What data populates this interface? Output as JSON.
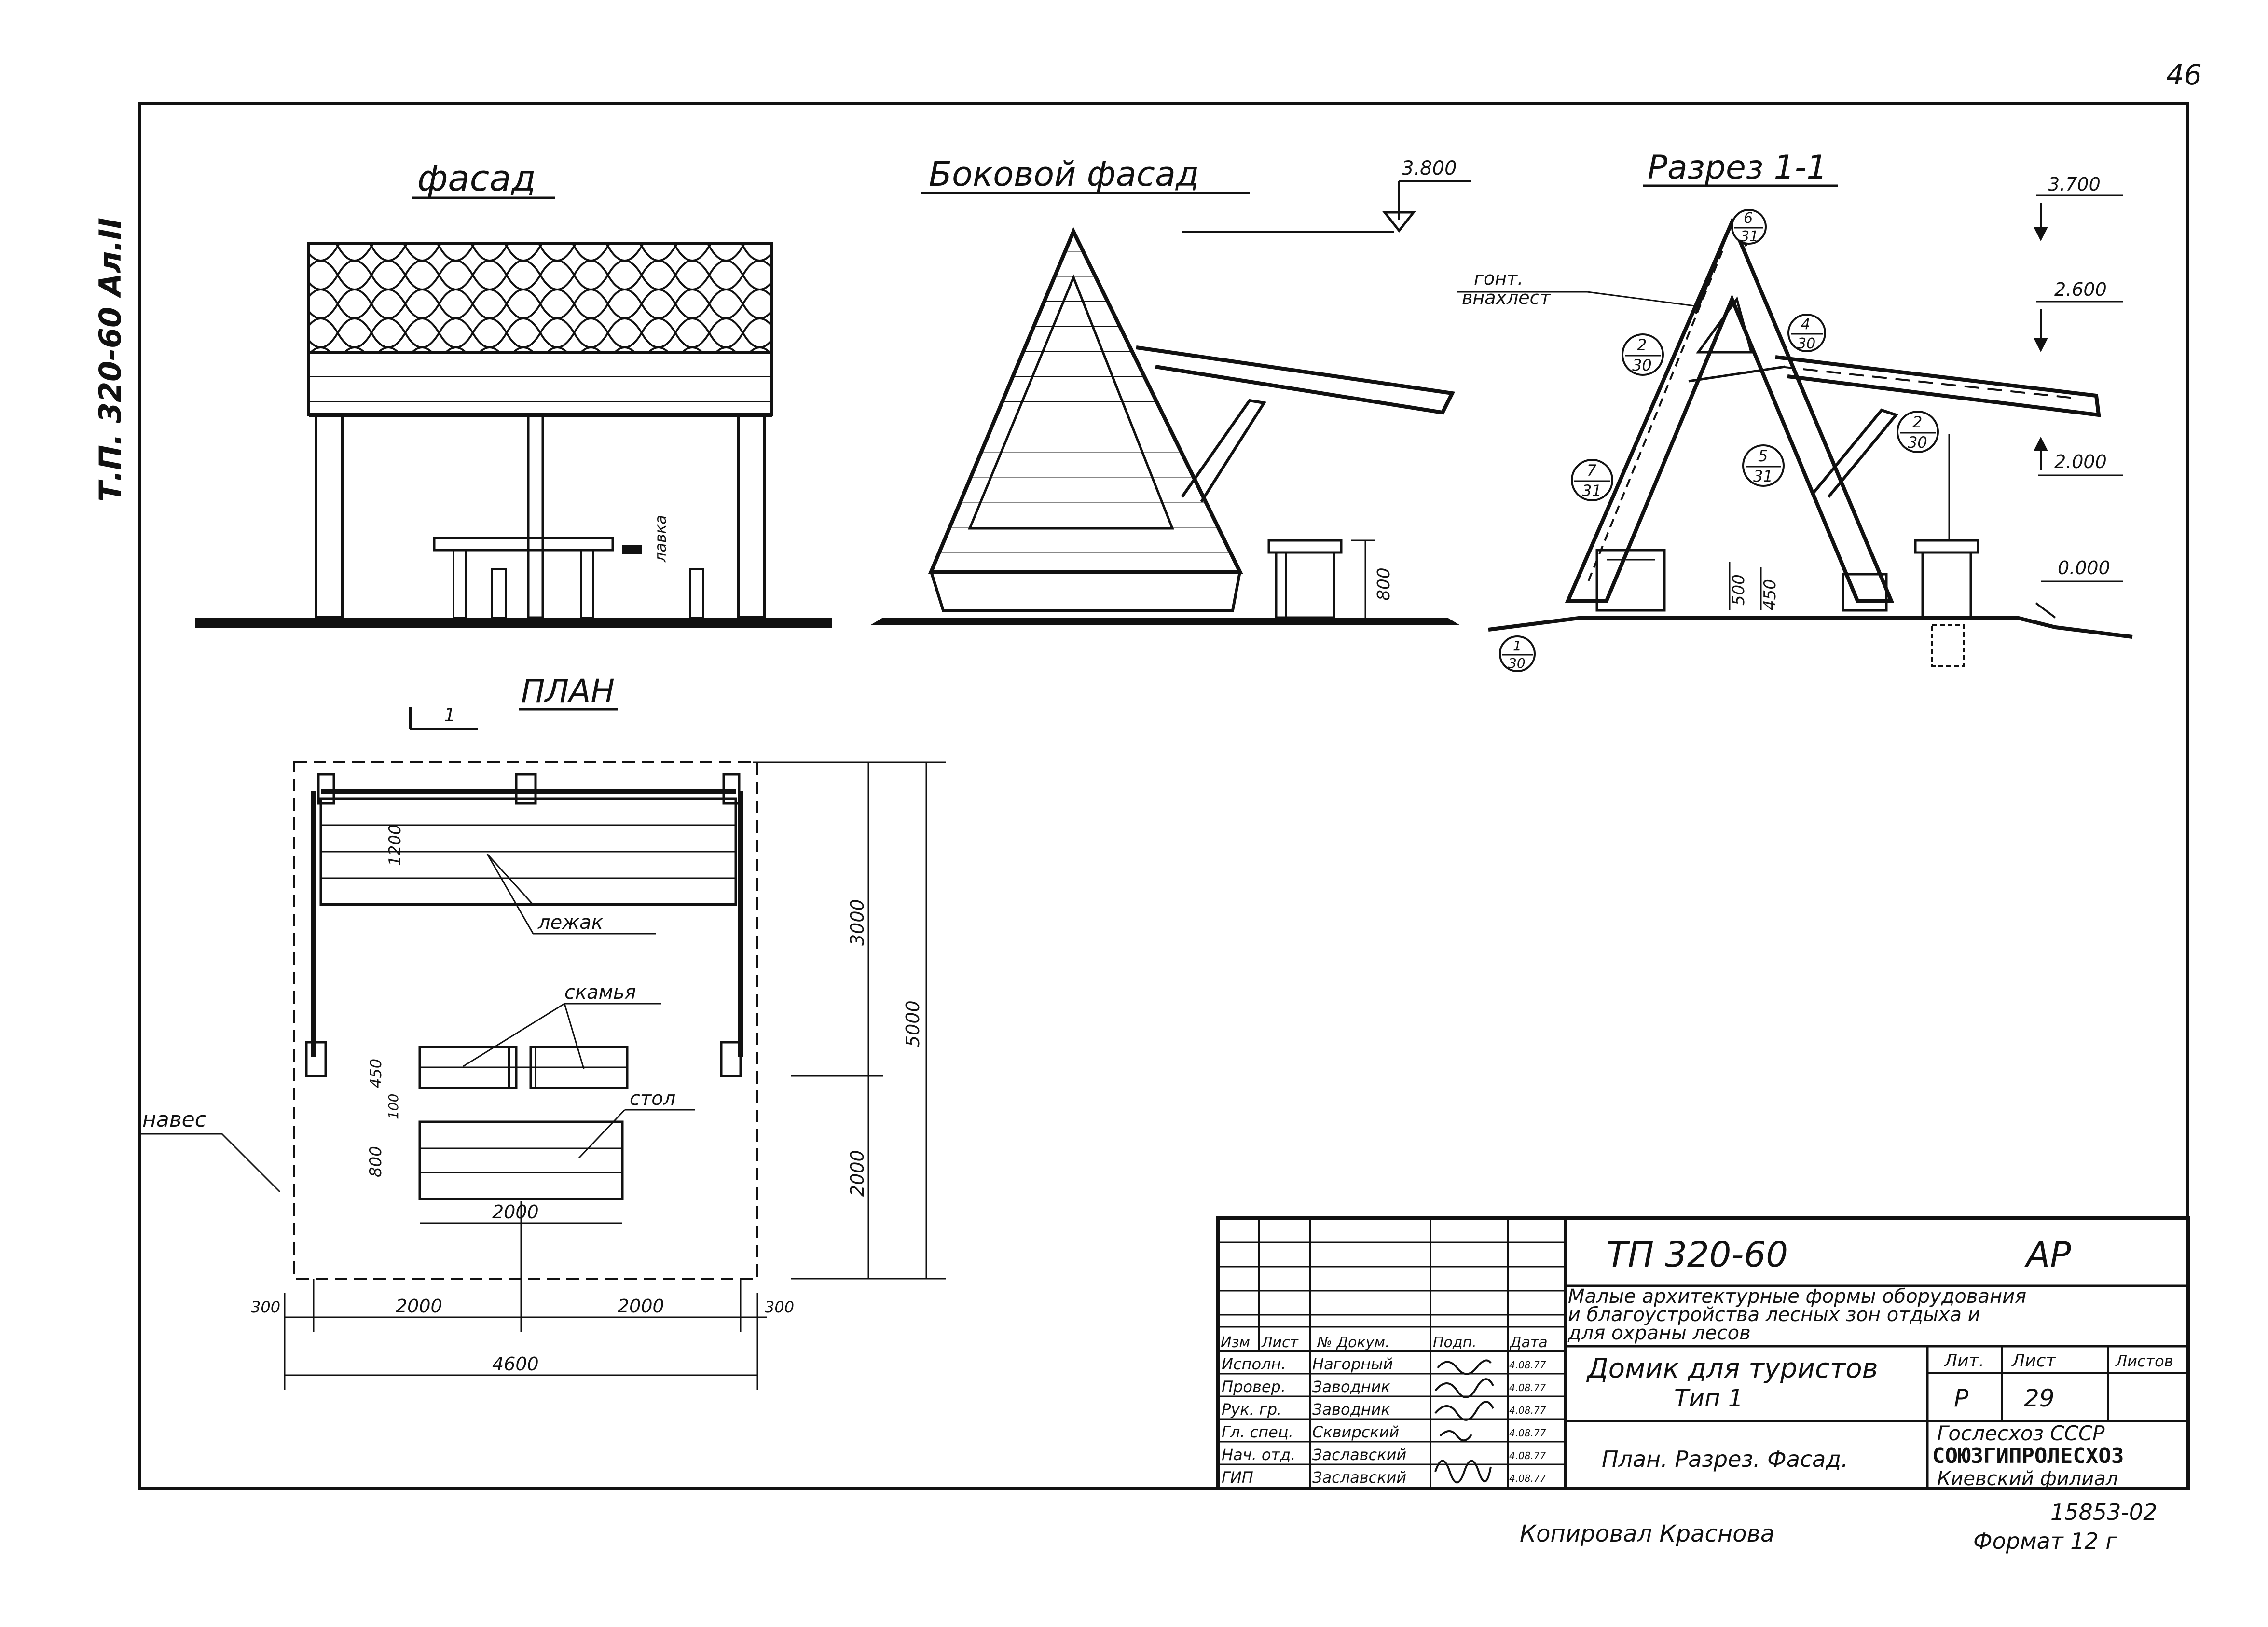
{
  "sheet": {
    "page_number": "46",
    "side_code": "Т.П. 320-60 Ал.II",
    "bottom_note_left": "Копировал  Краснова",
    "bottom_right_code": "15853-02",
    "format": "Формат 12 г"
  },
  "views": {
    "front_title": "фасад",
    "side_title": "Боковой фасад",
    "section_title": "Разрез 1-1",
    "plan_title": "ПЛАН"
  },
  "side_view": {
    "level_top": "3.800",
    "dim_bench_height": "800"
  },
  "front_view": {
    "vertical_label": "лавка"
  },
  "section_view": {
    "level_1": "3.700",
    "level_2": "2.600",
    "level_3": "2.000",
    "level_4": "0.000",
    "material_line1": "гонт.",
    "material_line2": "внахлест",
    "callouts": [
      {
        "top": "6",
        "bottom": "31"
      },
      {
        "top": "4",
        "bottom": "30"
      },
      {
        "top": "2",
        "bottom": "30"
      },
      {
        "top": "5",
        "bottom": "31"
      },
      {
        "top": "2",
        "bottom": "30"
      },
      {
        "top": "7",
        "bottom": "31"
      },
      {
        "top": "1",
        "bottom": "30"
      }
    ],
    "dim_500": "500",
    "dim_450": "450"
  },
  "plan_view": {
    "cut_mark": "1",
    "label_bed": "лежак",
    "label_bench": "скамья",
    "label_table": "стол",
    "label_canopy": "навес",
    "dim_1200": "1200",
    "dim_450": "450",
    "dim_100": "100",
    "dim_800": "800",
    "dim_table_width": "2000",
    "dim_3000": "3000",
    "dim_5000": "5000",
    "dim_2000_right": "2000",
    "dim_300_left": "300",
    "dim_2000_a": "2000",
    "dim_2000_b": "2000",
    "dim_300_right": "300",
    "dim_4600": "4600"
  },
  "title_block": {
    "project_code": "ТП   320-60",
    "section_code": "АР",
    "description_line1": "Малые архитектурные формы оборудования",
    "description_line2": "и благоустройства лесных зон отдыха и",
    "description_line3": "для охраны лесов",
    "header_cols": [
      "Изм",
      "Лист",
      "№ Докум.",
      "Подп.",
      "Дата"
    ],
    "staff": [
      {
        "role": "Исполн.",
        "name": "Нагорный",
        "date": "4.08.77"
      },
      {
        "role": "Провер.",
        "name": "Заводник",
        "date": "4.08.77"
      },
      {
        "role": "Рук. гр.",
        "name": "Заводник",
        "date": "4.08.77"
      },
      {
        "role": "Гл. спец.",
        "name": "Сквирский",
        "date": "4.08.77"
      },
      {
        "role": "Нач. отд.",
        "name": "Заславский",
        "date": "4.08.77"
      },
      {
        "role": "ГИП",
        "name": "Заславский",
        "date": "4.08.77"
      }
    ],
    "object_name_line1": "Домик для туристов",
    "object_name_line2": "Тип 1",
    "stage_header": "Лит.",
    "sheet_header": "Лист",
    "sheets_header": "Листов",
    "stage_value": "Р",
    "sheet_value": "29",
    "drawing_contents": "План. Разрез. Фасад.",
    "org_line1": "Гослесхоз СССР",
    "org_line2": "СОЮЗГИПРОЛЕСХОЗ",
    "org_line3": "Киевский филиал"
  }
}
